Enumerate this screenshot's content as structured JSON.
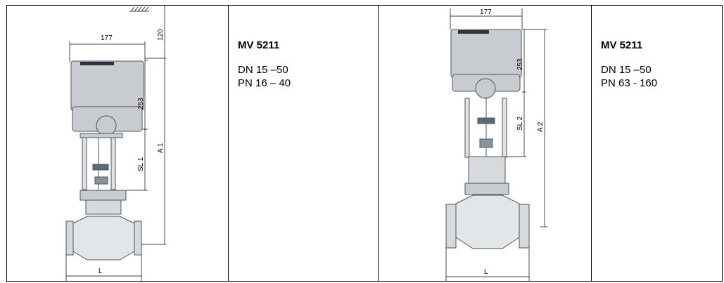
{
  "left": {
    "model": "MV 5211",
    "dn": "DN 15 –50",
    "pn": "PN 16 – 40",
    "dims": {
      "width": "177",
      "top_clearance": "120",
      "actuator_height": "253",
      "stroke": "SL 1",
      "overall": "A 1",
      "face": "L"
    }
  },
  "right": {
    "model": "MV 5211",
    "dn": "DN 15 –50",
    "pn": "PN 63 - 160",
    "dims": {
      "width": "177",
      "actuator_height": "253",
      "stroke": "SL 2",
      "overall": "A 2",
      "face": "L"
    }
  },
  "colors": {
    "actuator": "#c8ccd0",
    "body": "#d7dadd",
    "line": "#4a5560"
  }
}
